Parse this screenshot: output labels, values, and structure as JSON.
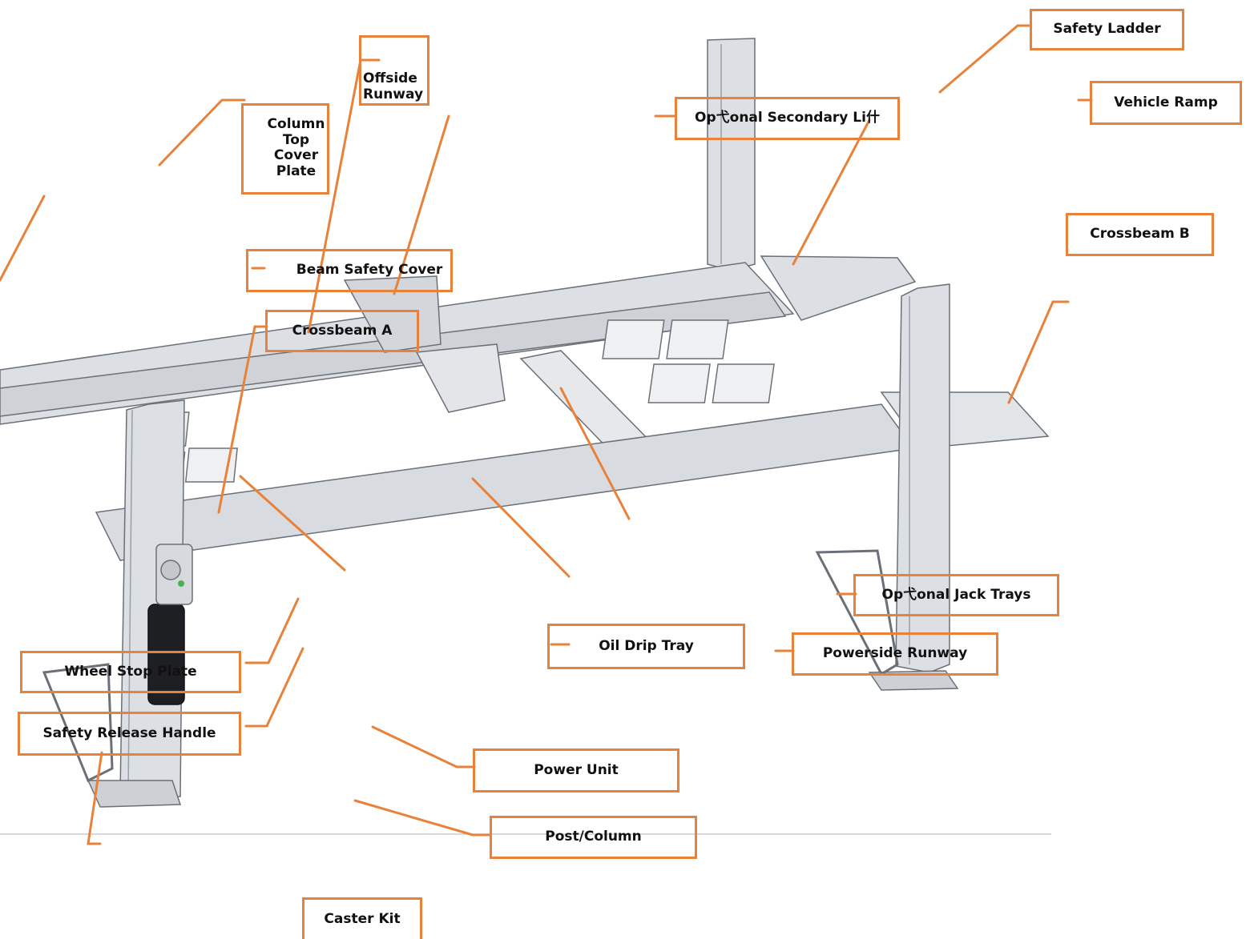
{
  "accent_color": "#e8823a",
  "labels": {
    "safety_ladder": "Safety Ladder",
    "vehicle_ramp": "Vehicle Ramp",
    "offside_runway": "Offside Runway",
    "column_top_cover_plate": "Column Top Cover Plate",
    "optional_secondary_lift": "Op弋onal Secondary Li什",
    "crossbeam_b": "Crossbeam B",
    "beam_safety_cover": "Beam Safety Cover",
    "crossbeam_a": "Crossbeam A",
    "optional_jack_trays": "Op弋onal Jack Trays",
    "oil_drip_tray": "Oil Drip Tray",
    "powerside_runway": "Powerside Runway",
    "wheel_stop_plate": "Wheel Stop Plate",
    "safety_release_handle": "Safety Release Handle",
    "power_unit": "Power Unit",
    "post_column": "Post/Column",
    "caster_kit": "Caster Kit"
  }
}
